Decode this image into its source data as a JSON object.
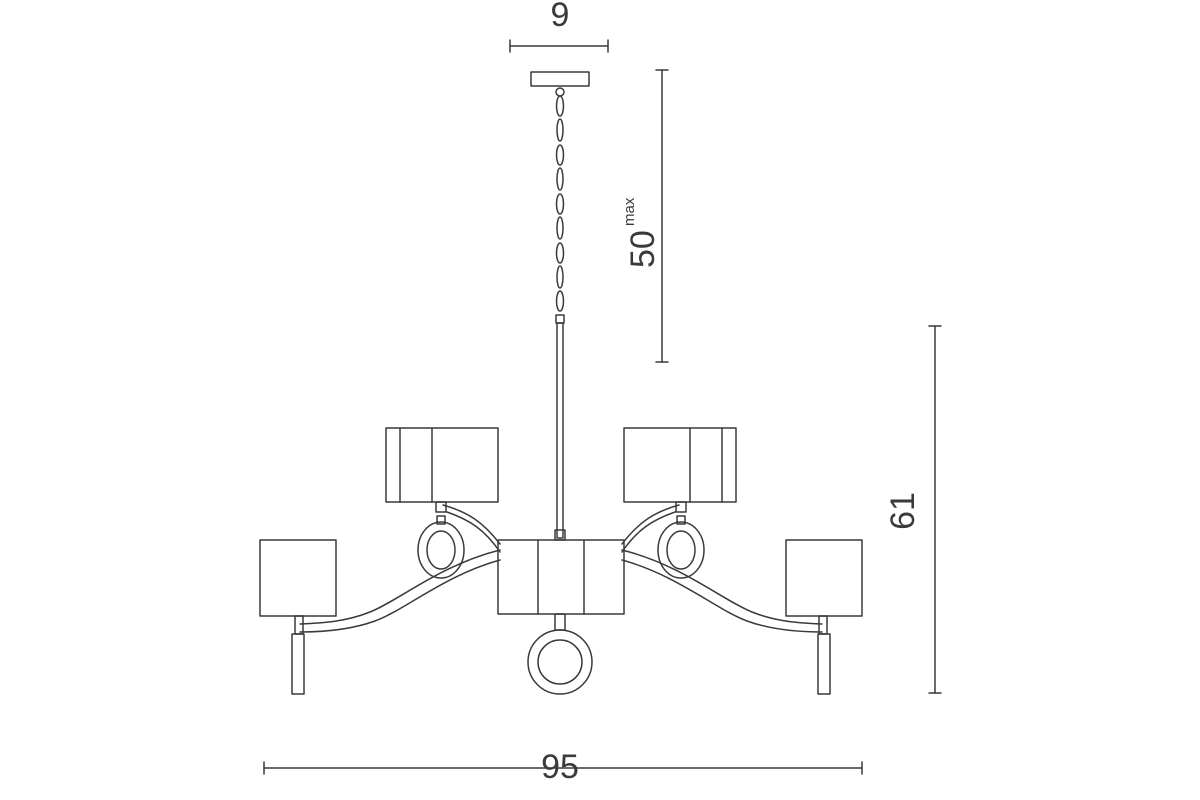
{
  "dimensions": {
    "canopy_width": "9",
    "drop_length": "50",
    "drop_suffix": "max",
    "height": "61",
    "width": "95"
  },
  "colors": {
    "line": "#3a3a3a",
    "background": "#ffffff"
  }
}
